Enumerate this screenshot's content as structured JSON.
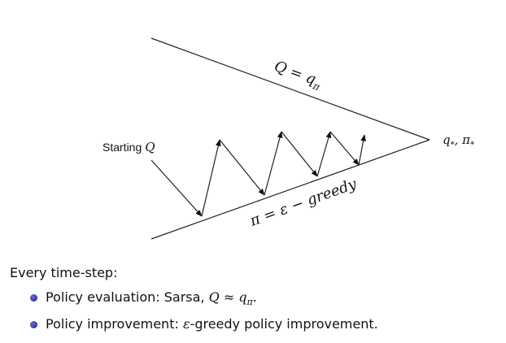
{
  "diagram": {
    "upper_label": "Q = q",
    "upper_label_sub": "π",
    "lower_label": "π = ε − greedy",
    "start_label": "Starting",
    "start_label_math": "Q",
    "apex_label": "q",
    "apex_label_sub": "*",
    "apex_label_rest": ", π",
    "apex_label_sub2": "*"
  },
  "caption": "Every time-step:",
  "bullets": [
    {
      "text": "Policy evaluation: Sarsa, ",
      "math": "Q ≈ q",
      "math_sub": "π",
      "tail": "."
    },
    {
      "text": "Policy improvement: ",
      "math": "ε",
      "tail": "-greedy policy improvement."
    }
  ]
}
